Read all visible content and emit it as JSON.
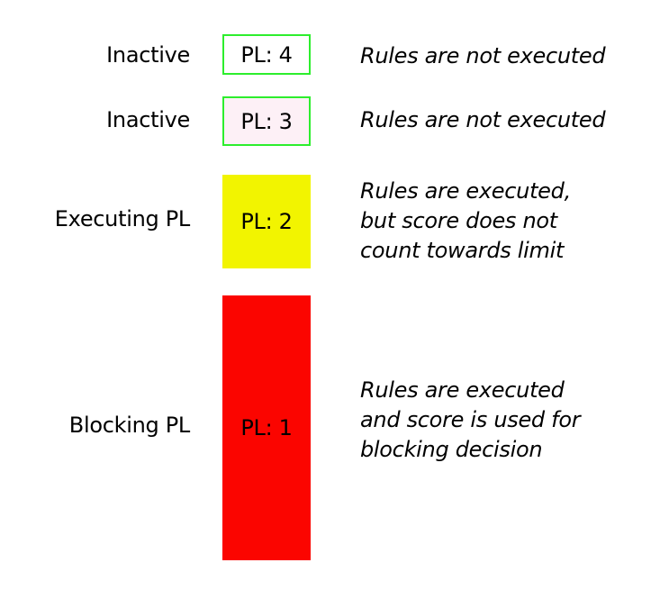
{
  "page": {
    "background": "#ffffff",
    "text_color": "#000000"
  },
  "rows": [
    {
      "id": "pl4",
      "label": "Inactive",
      "box_text": "PL: 4",
      "box_bg": "#ffffff",
      "box_border": "#2dee2d",
      "description": "Rules are not executed"
    },
    {
      "id": "pl3",
      "label": "Inactive",
      "box_text": "PL: 3",
      "box_bg": "#fdf0f6",
      "box_border": "#2dee2d",
      "description": "Rules are not executed"
    },
    {
      "id": "pl2",
      "label": "Executing PL",
      "box_text": "PL: 2",
      "box_bg": "#f2f400",
      "box_border": null,
      "description": "Rules are executed,\nbut score does not\ncount towards limit"
    },
    {
      "id": "pl1",
      "label": "Blocking PL",
      "box_text": "PL: 1",
      "box_bg": "#fb0500",
      "box_border": null,
      "description": "Rules are executed\nand score is used for\nblocking decision"
    }
  ]
}
